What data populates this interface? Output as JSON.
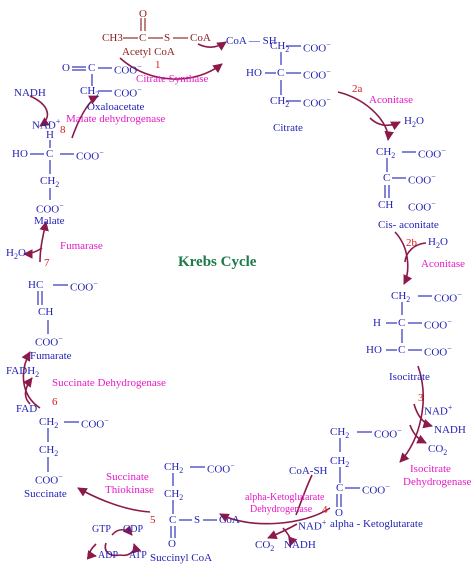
{
  "title": "Krebs Cycle",
  "colors": {
    "compound": "#1f1fb4",
    "enzyme": "#e619c8",
    "arrow": "#8b1a4a",
    "step_number": "#d41b1b",
    "acetyl": "#8b1a1a",
    "title": "#1b7a4a"
  },
  "compounds": {
    "acetyl_coa": "Acetyl CoA",
    "oxaloacetate": "Oxaloacetate",
    "citrate": "Citrate",
    "cis_aconitate": "Cis- aconitate",
    "isocitrate": "Isocitrate",
    "alpha_ketoglutarate": "alpha - Ketoglutarate",
    "succinyl_coa": "Succinyl CoA",
    "succinate": "Succinate",
    "fumarate": "Fumarate",
    "malate": "Malate"
  },
  "enzymes": {
    "citrate_synthase": "Citrate Synthase",
    "aconitase_a": "Aconitase",
    "aconitase_b": "Aconitase",
    "isocitrate_dh_1": "Isocitrate",
    "isocitrate_dh_2": "Dehydrogenase",
    "akg_dh_1": "alpha-Ketoglutarate",
    "akg_dh_2": "Dehydrogenase",
    "succinate_thiokinase_1": "Succinate",
    "succinate_thiokinase_2": "Thiokinase",
    "succinate_dh": "Succinate Dehydrogenase",
    "fumarase": "Fumarase",
    "malate_dh": "Malate dehydrogenase"
  },
  "steps": {
    "s1": "1",
    "s2a": "2a",
    "s2b": "2b",
    "s3": "3",
    "s4": "4",
    "s5": "5",
    "s6": "6",
    "s7": "7",
    "s8": "8"
  },
  "cofactors": {
    "coa_sh_1": "CoA — SH",
    "h2o_1": "H2O",
    "h2o_2": "H2O",
    "nad_3": "NAD",
    "nadh_3": "NADH",
    "co2_3": "CO2",
    "coa_sh_4": "CoA-SH",
    "nad_4": "NAD",
    "nadh_4": "NADH",
    "co2_4": "CO2",
    "gtp": "GTP",
    "gdp": "GDP",
    "adp": "ADP",
    "atp": "ATP",
    "fadh2": "FADH2",
    "fad": "FAD",
    "h2o_7": "H2O",
    "nadh_8": "NADH",
    "nad_8": "NAD"
  },
  "groups": {
    "coo": "COO",
    "ch2": "CH2",
    "ch": "CH",
    "c": "C",
    "h": "H",
    "ho": "HO",
    "o": "O",
    "s": "S",
    "coa": "CoA",
    "ch3": "CH3",
    "charge": "−"
  }
}
